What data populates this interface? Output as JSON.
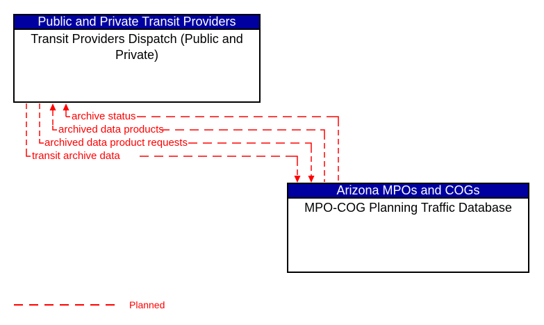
{
  "diagram": {
    "type": "ITS architecture interconnect diagram",
    "colors": {
      "flow_line": "#ff0000",
      "entity_header_bg": "#0000a0",
      "entity_header_text": "#ffffff",
      "entity_body_text": "#000000",
      "entity_border": "#000000",
      "background": "#ffffff"
    },
    "entities": [
      {
        "header": "Public and Private Transit Providers",
        "body": "Transit Providers Dispatch (Public and Private)"
      },
      {
        "header": "Arizona MPOs and COGs",
        "body": "MPO-COG Planning Traffic Database"
      }
    ],
    "flows": [
      {
        "label": "archive status",
        "from": "MPO-COG Planning Traffic Database",
        "to": "Transit Providers Dispatch (Public and Private)",
        "status": "Planned"
      },
      {
        "label": "archived data products",
        "from": "MPO-COG Planning Traffic Database",
        "to": "Transit Providers Dispatch (Public and Private)",
        "status": "Planned"
      },
      {
        "label": "archived data product requests",
        "from": "Transit Providers Dispatch (Public and Private)",
        "to": "MPO-COG Planning Traffic Database",
        "status": "Planned"
      },
      {
        "label": "transit archive data",
        "from": "Transit Providers Dispatch (Public and Private)",
        "to": "MPO-COG Planning Traffic Database",
        "status": "Planned"
      }
    ],
    "legend": {
      "label": "Planned",
      "line_style": "red dashed"
    }
  }
}
